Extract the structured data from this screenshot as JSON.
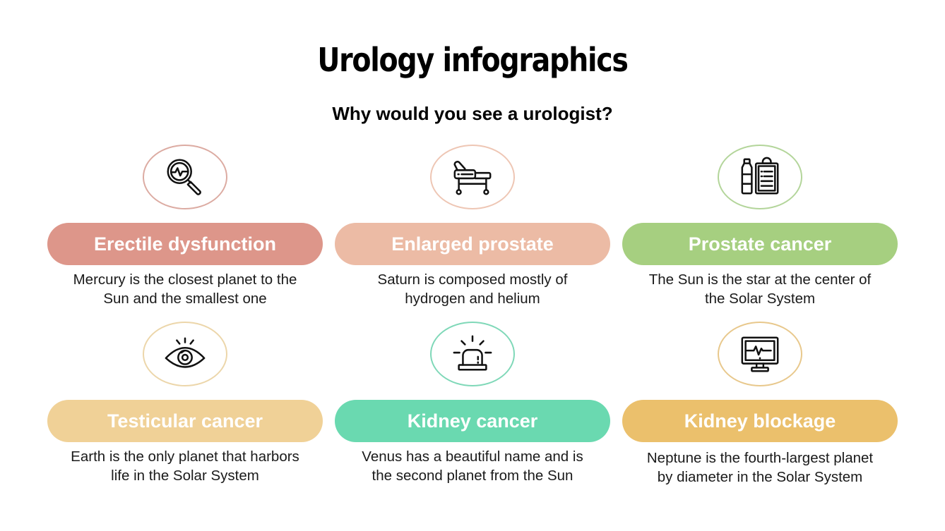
{
  "header": {
    "title": "Urology infographics",
    "subtitle": "Why would you see a urologist?"
  },
  "items": [
    {
      "label": "Erectile dysfunction",
      "description_line1": "Mercury is the closest planet to the",
      "description_line2": "Sun and the smallest one",
      "icon": "magnifier-pulse-icon",
      "pill_color": "#dd968a",
      "border_color": "#dcaba2"
    },
    {
      "label": "Enlarged prostate",
      "description_line1": "Saturn is composed mostly of",
      "description_line2": "hydrogen and helium",
      "icon": "hospital-bed-icon",
      "pill_color": "#ecbba5",
      "border_color": "#eec6b4"
    },
    {
      "label": "Prostate cancer",
      "description_line1": "The Sun is the star at the center of",
      "description_line2": "the Solar System",
      "icon": "bottle-clipboard-icon",
      "pill_color": "#a6cf80",
      "border_color": "#b3d59a"
    },
    {
      "label": "Testicular cancer",
      "description_line1": "Earth is the only planet that harbors",
      "description_line2": "life in the Solar System",
      "icon": "eye-icon",
      "pill_color": "#f0d197",
      "border_color": "#ecd6aa"
    },
    {
      "label": "Kidney cancer",
      "description_line1": "Venus has a beautiful name and is",
      "description_line2": "the second planet from the Sun",
      "icon": "alarm-siren-icon",
      "pill_color": "#6ad9b0",
      "border_color": "#7fd8b8"
    },
    {
      "label": "Kidney blockage",
      "description_line1": "Neptune is the fourth-largest planet",
      "description_line2": "by diameter in the Solar System",
      "icon": "heart-monitor-icon",
      "pill_color": "#ebc06c",
      "border_color": "#e8c88c"
    }
  ]
}
